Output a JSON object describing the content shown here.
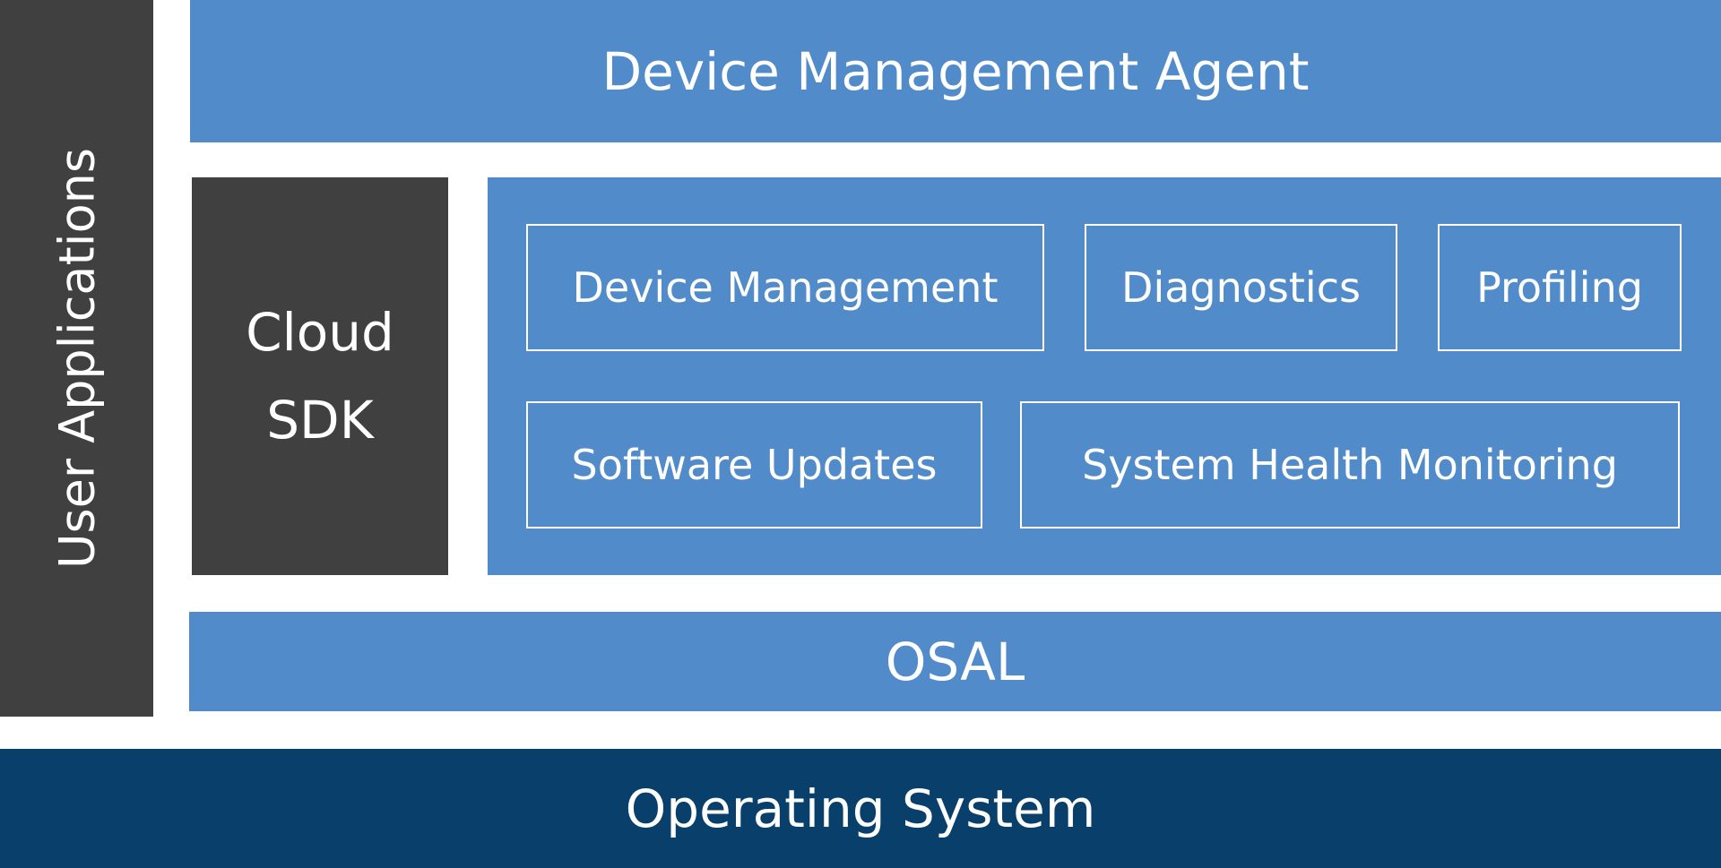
{
  "colors": {
    "layer_blue": "#518bc9",
    "dark": "#404040",
    "os_navy": "#083f6b"
  },
  "user_applications": "User Applications",
  "agent": "Device Management Agent",
  "cloud_sdk": {
    "line1": "Cloud",
    "line2": "SDK"
  },
  "modules": [
    "Device Management",
    "Diagnostics",
    "Profiling",
    "Software Updates",
    "System Health Monitoring"
  ],
  "osal": "OSAL",
  "os": "Operating System"
}
